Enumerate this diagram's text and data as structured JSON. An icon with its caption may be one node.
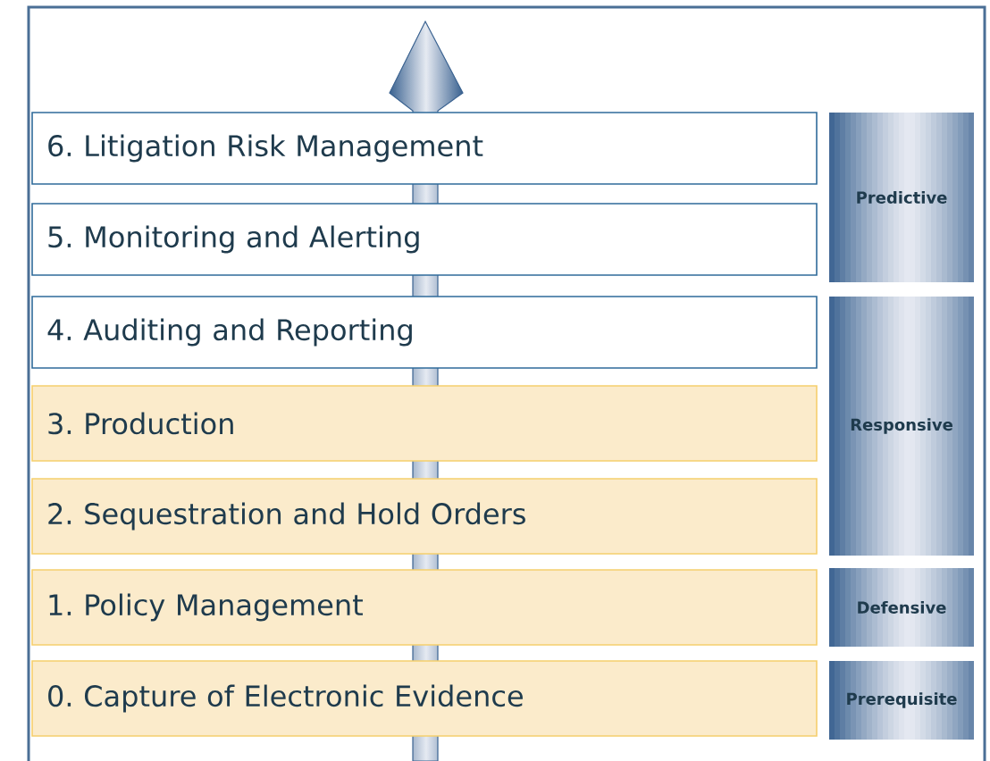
{
  "diagram": {
    "nodes": [
      {
        "text": [
          "6. Litigation Risk Management"
        ]
      },
      {
        "text": [
          "5. Monitoring and Alerting"
        ]
      },
      {
        "text": [
          "4. Auditing and Reporting"
        ]
      },
      {
        "text": [
          "3. Production"
        ]
      },
      {
        "text": [
          "2. Sequestration and Hold Orders"
        ]
      },
      {
        "text": [
          "1. Policy Management"
        ]
      },
      {
        "text": [
          "0. Capture of Electronic Evidence"
        ]
      },
      {
        "text": [
          "Predictive"
        ]
      },
      {
        "text": [
          "Responsive"
        ]
      },
      {
        "text": [
          "Defensive"
        ]
      },
      {
        "text": [
          "Prerequisite"
        ]
      }
    ]
  }
}
